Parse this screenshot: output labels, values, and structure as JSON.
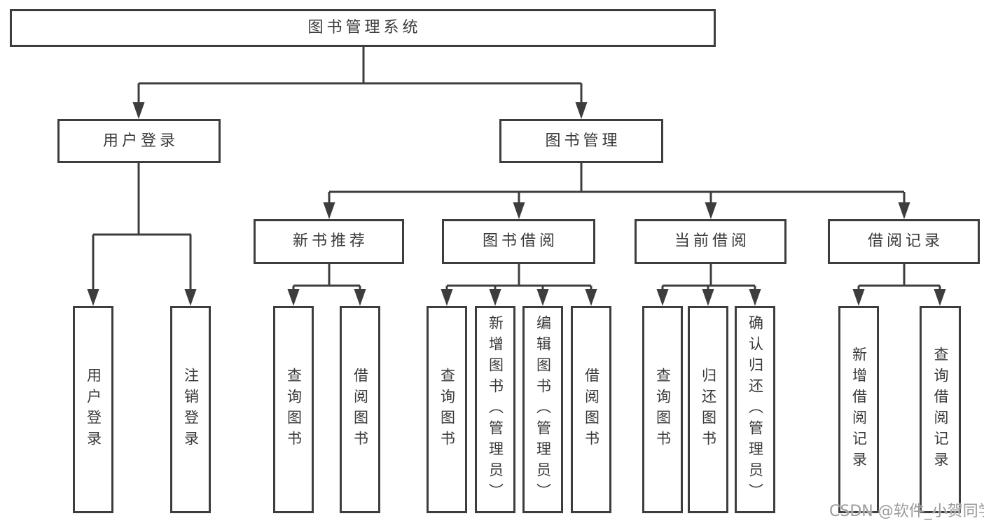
{
  "diagram_type": "tree",
  "nodes": {
    "root": {
      "label": "图书管理系统"
    },
    "user_login": {
      "label": "用户登录"
    },
    "book_mgmt": {
      "label": "图书管理"
    },
    "new_book_rec": {
      "label": "新书推荐"
    },
    "book_borrow": {
      "label": "图书借阅"
    },
    "current_borrow": {
      "label": "当前借阅"
    },
    "borrow_records": {
      "label": "借阅记录"
    },
    "leaves": [
      {
        "label": "用户登录",
        "parent": "用户登录"
      },
      {
        "label": "注销登录",
        "parent": "用户登录"
      },
      {
        "label": "查询图书",
        "parent": "新书推荐"
      },
      {
        "label": "借阅图书",
        "parent": "新书推荐"
      },
      {
        "label": "查询图书",
        "parent": "图书借阅"
      },
      {
        "label": "新增图书（管理员）",
        "parent": "图书借阅"
      },
      {
        "label": "编辑图书（管理员）",
        "parent": "图书借阅"
      },
      {
        "label": "借阅图书",
        "parent": "图书借阅"
      },
      {
        "label": "查询图书",
        "parent": "当前借阅"
      },
      {
        "label": "归还图书",
        "parent": "当前借阅"
      },
      {
        "label": "确认归还（管理员）",
        "parent": "当前借阅"
      },
      {
        "label": "新增借阅记录",
        "parent": "借阅记录"
      },
      {
        "label": "查询借阅记录",
        "parent": "借阅记录"
      }
    ]
  },
  "watermark": "CSDN @软件_小贺同学",
  "colors": {
    "line": "#3d3d3d",
    "box_border": "#3d3d3d",
    "text": "#3a3a3a",
    "background": "#ffffff",
    "watermark": "#8a8a8a"
  }
}
